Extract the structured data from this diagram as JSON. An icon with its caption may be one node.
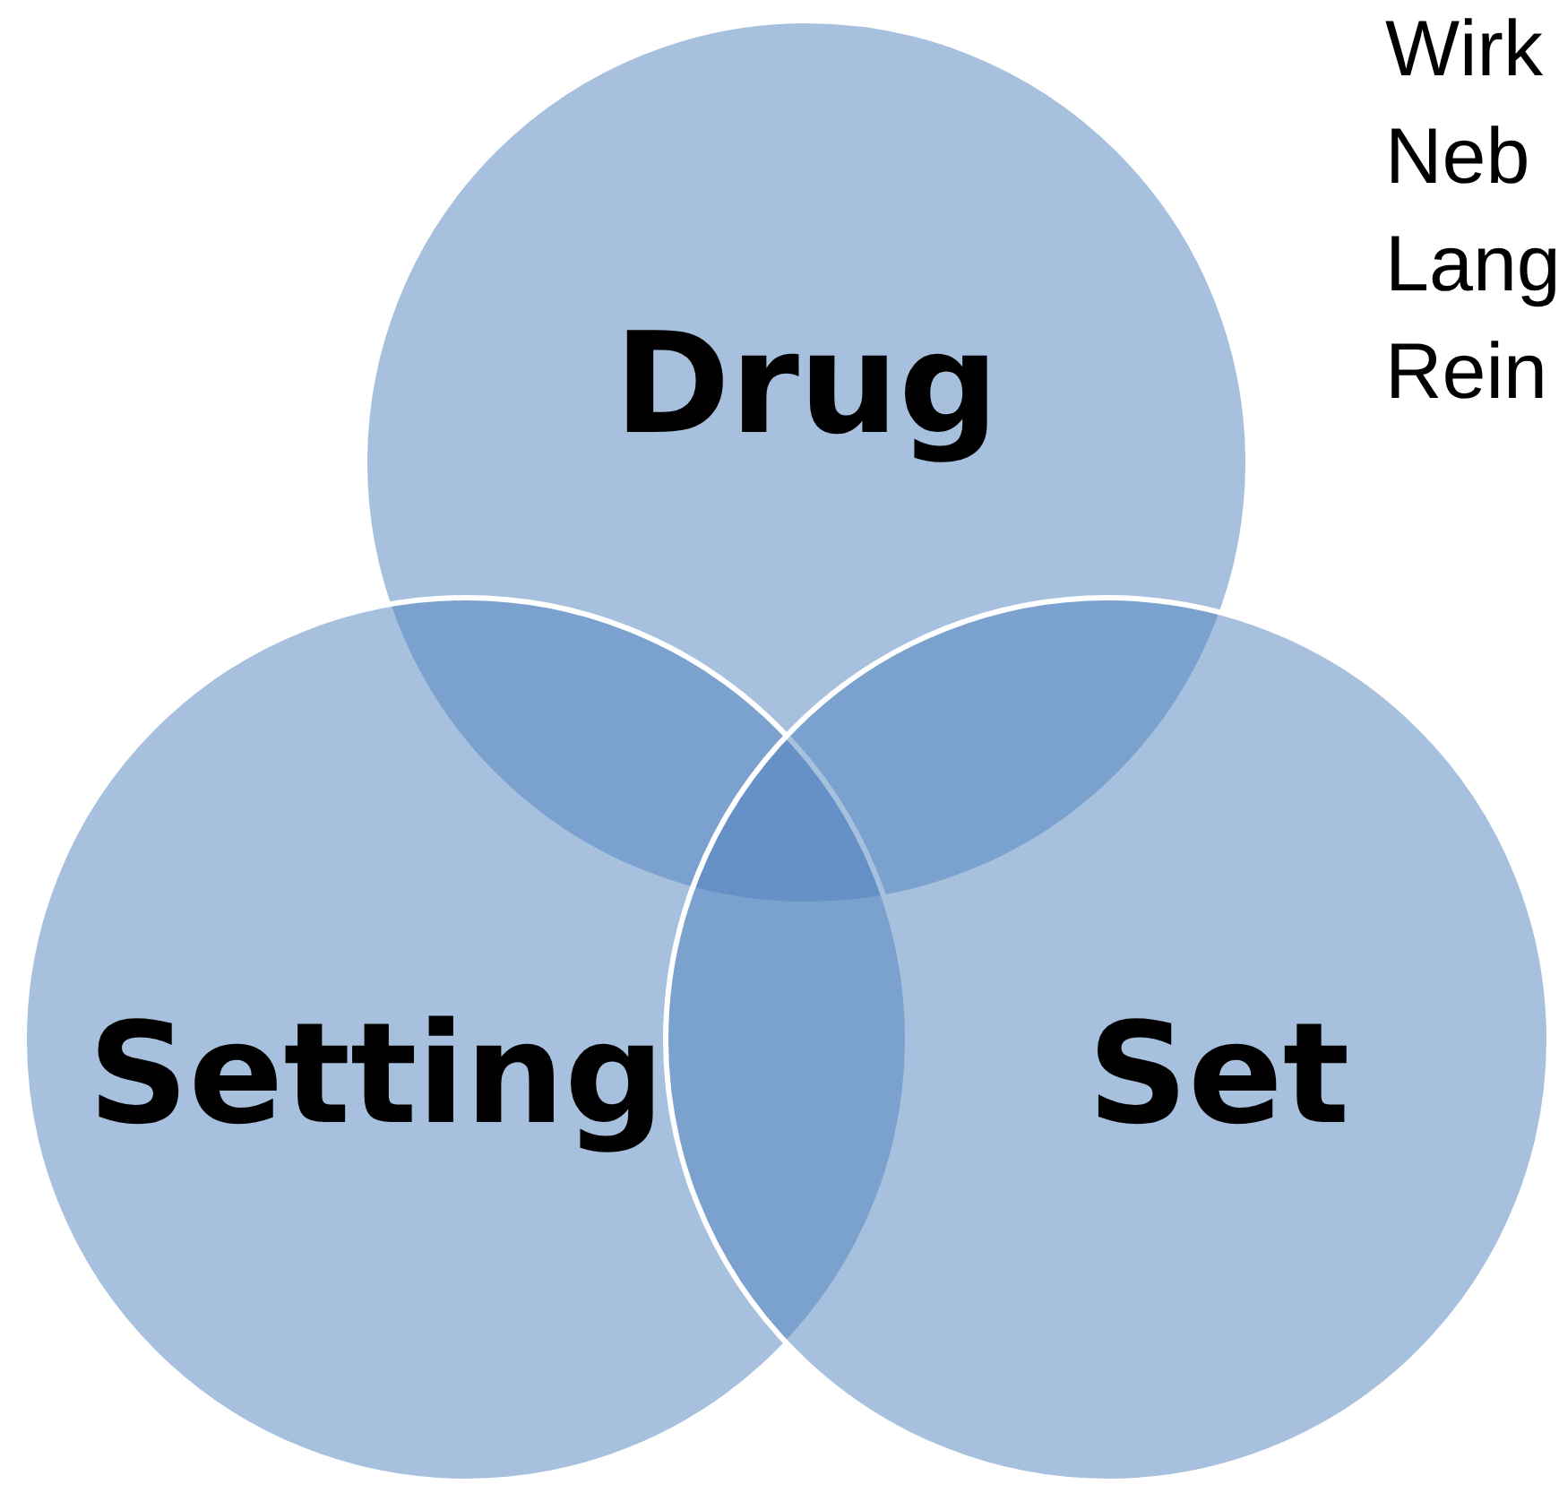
{
  "diagram": {
    "nodes": [
      {
        "text": [
          "Drug"
        ]
      },
      {
        "text": [
          "Setting"
        ]
      },
      {
        "text": [
          "Set"
        ]
      }
    ],
    "labels": [
      "Wirk",
      "Neb",
      "Lang",
      "Rein"
    ]
  }
}
